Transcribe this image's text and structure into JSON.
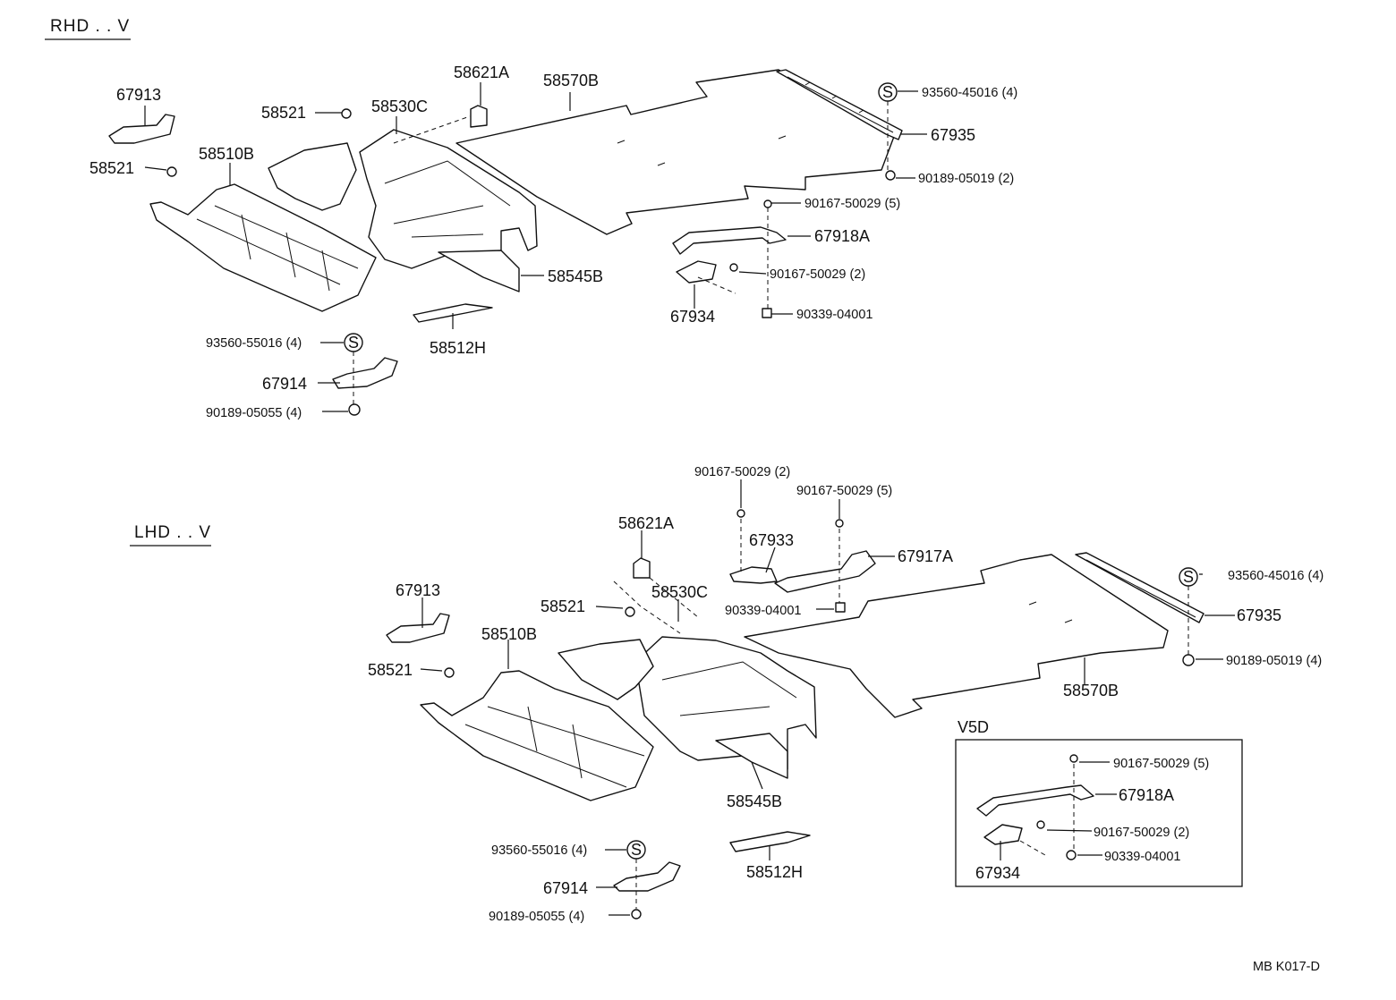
{
  "sections": {
    "rhd": {
      "title": "RHD . . V"
    },
    "lhd": {
      "title": "LHD . . V"
    },
    "v5d": {
      "title": "V5D"
    }
  },
  "footer": {
    "code": "MB  K017-D"
  },
  "callouts": {
    "rhd": {
      "p67913": "67913",
      "p58521_a": "58521",
      "p58521_b": "58521",
      "p58530C": "58530C",
      "p58621A": "58621A",
      "p58570B": "58570B",
      "p58510B": "58510B",
      "p58545B": "58545B",
      "p58512H": "58512H",
      "p93560_55016": "93560-55016 (4)",
      "p67914": "67914",
      "p90189_05055": "90189-05055 (4)",
      "p93560_45016": "93560-45016 (4)",
      "p67935": "67935",
      "p90189_05019": "90189-05019 (2)",
      "p90167_50029_5": "90167-50029 (5)",
      "p67918A": "67918A",
      "p90167_50029_2": "90167-50029 (2)",
      "p67934": "67934",
      "p90339_04001": "90339-04001"
    },
    "lhd": {
      "p90167_50029_2": "90167-50029 (2)",
      "p90167_50029_5": "90167-50029 (5)",
      "p58621A": "58621A",
      "p67933": "67933",
      "p67917A": "67917A",
      "p93560_45016": "93560-45016 (4)",
      "p67935": "67935",
      "p90339_04001": "90339-04001",
      "p67913": "67913",
      "p58521_a": "58521",
      "p58530C": "58530C",
      "p58510B": "58510B",
      "p58521_b": "58521",
      "p90189_05019": "90189-05019 (4)",
      "p58570B": "58570B",
      "p58545B": "58545B",
      "p93560_55016": "93560-55016 (4)",
      "p67914": "67914",
      "p90189_05055": "90189-05055 (4)",
      "p58512H": "58512H"
    },
    "v5d": {
      "p90167_50029_5": "90167-50029 (5)",
      "p67918A": "67918A",
      "p90167_50029_2": "90167-50029 (2)",
      "p90339_04001": "90339-04001",
      "p67934": "67934"
    }
  },
  "symbols": {
    "seal_marker": "S"
  }
}
